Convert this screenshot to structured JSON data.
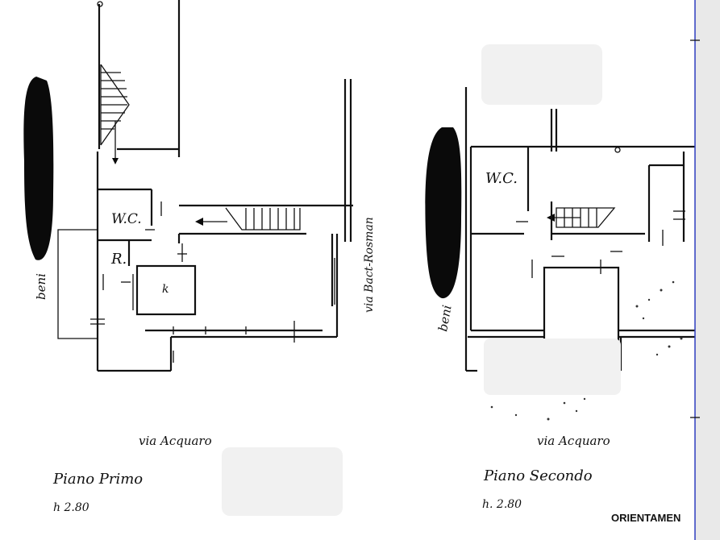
{
  "left_plan": {
    "room_wc": "W.C.",
    "room_r": "R.",
    "room_k": "k",
    "side_label_left": "beni",
    "side_label_right": "via Bact-Rosman",
    "street_label": "via Acquaro",
    "floor_title": "Piano Primo",
    "floor_height": "h 2.80"
  },
  "right_plan": {
    "room_wc": "W.C.",
    "side_label_left": "beni",
    "street_label": "via Acquaro",
    "floor_title": "Piano Secondo",
    "floor_height": "h. 2.80",
    "orientation_label": "ORIENTAMEN"
  },
  "colors": {
    "ink": "#111111",
    "redaction": "#0a0a0a",
    "margin_line": "#2f3fbf"
  }
}
